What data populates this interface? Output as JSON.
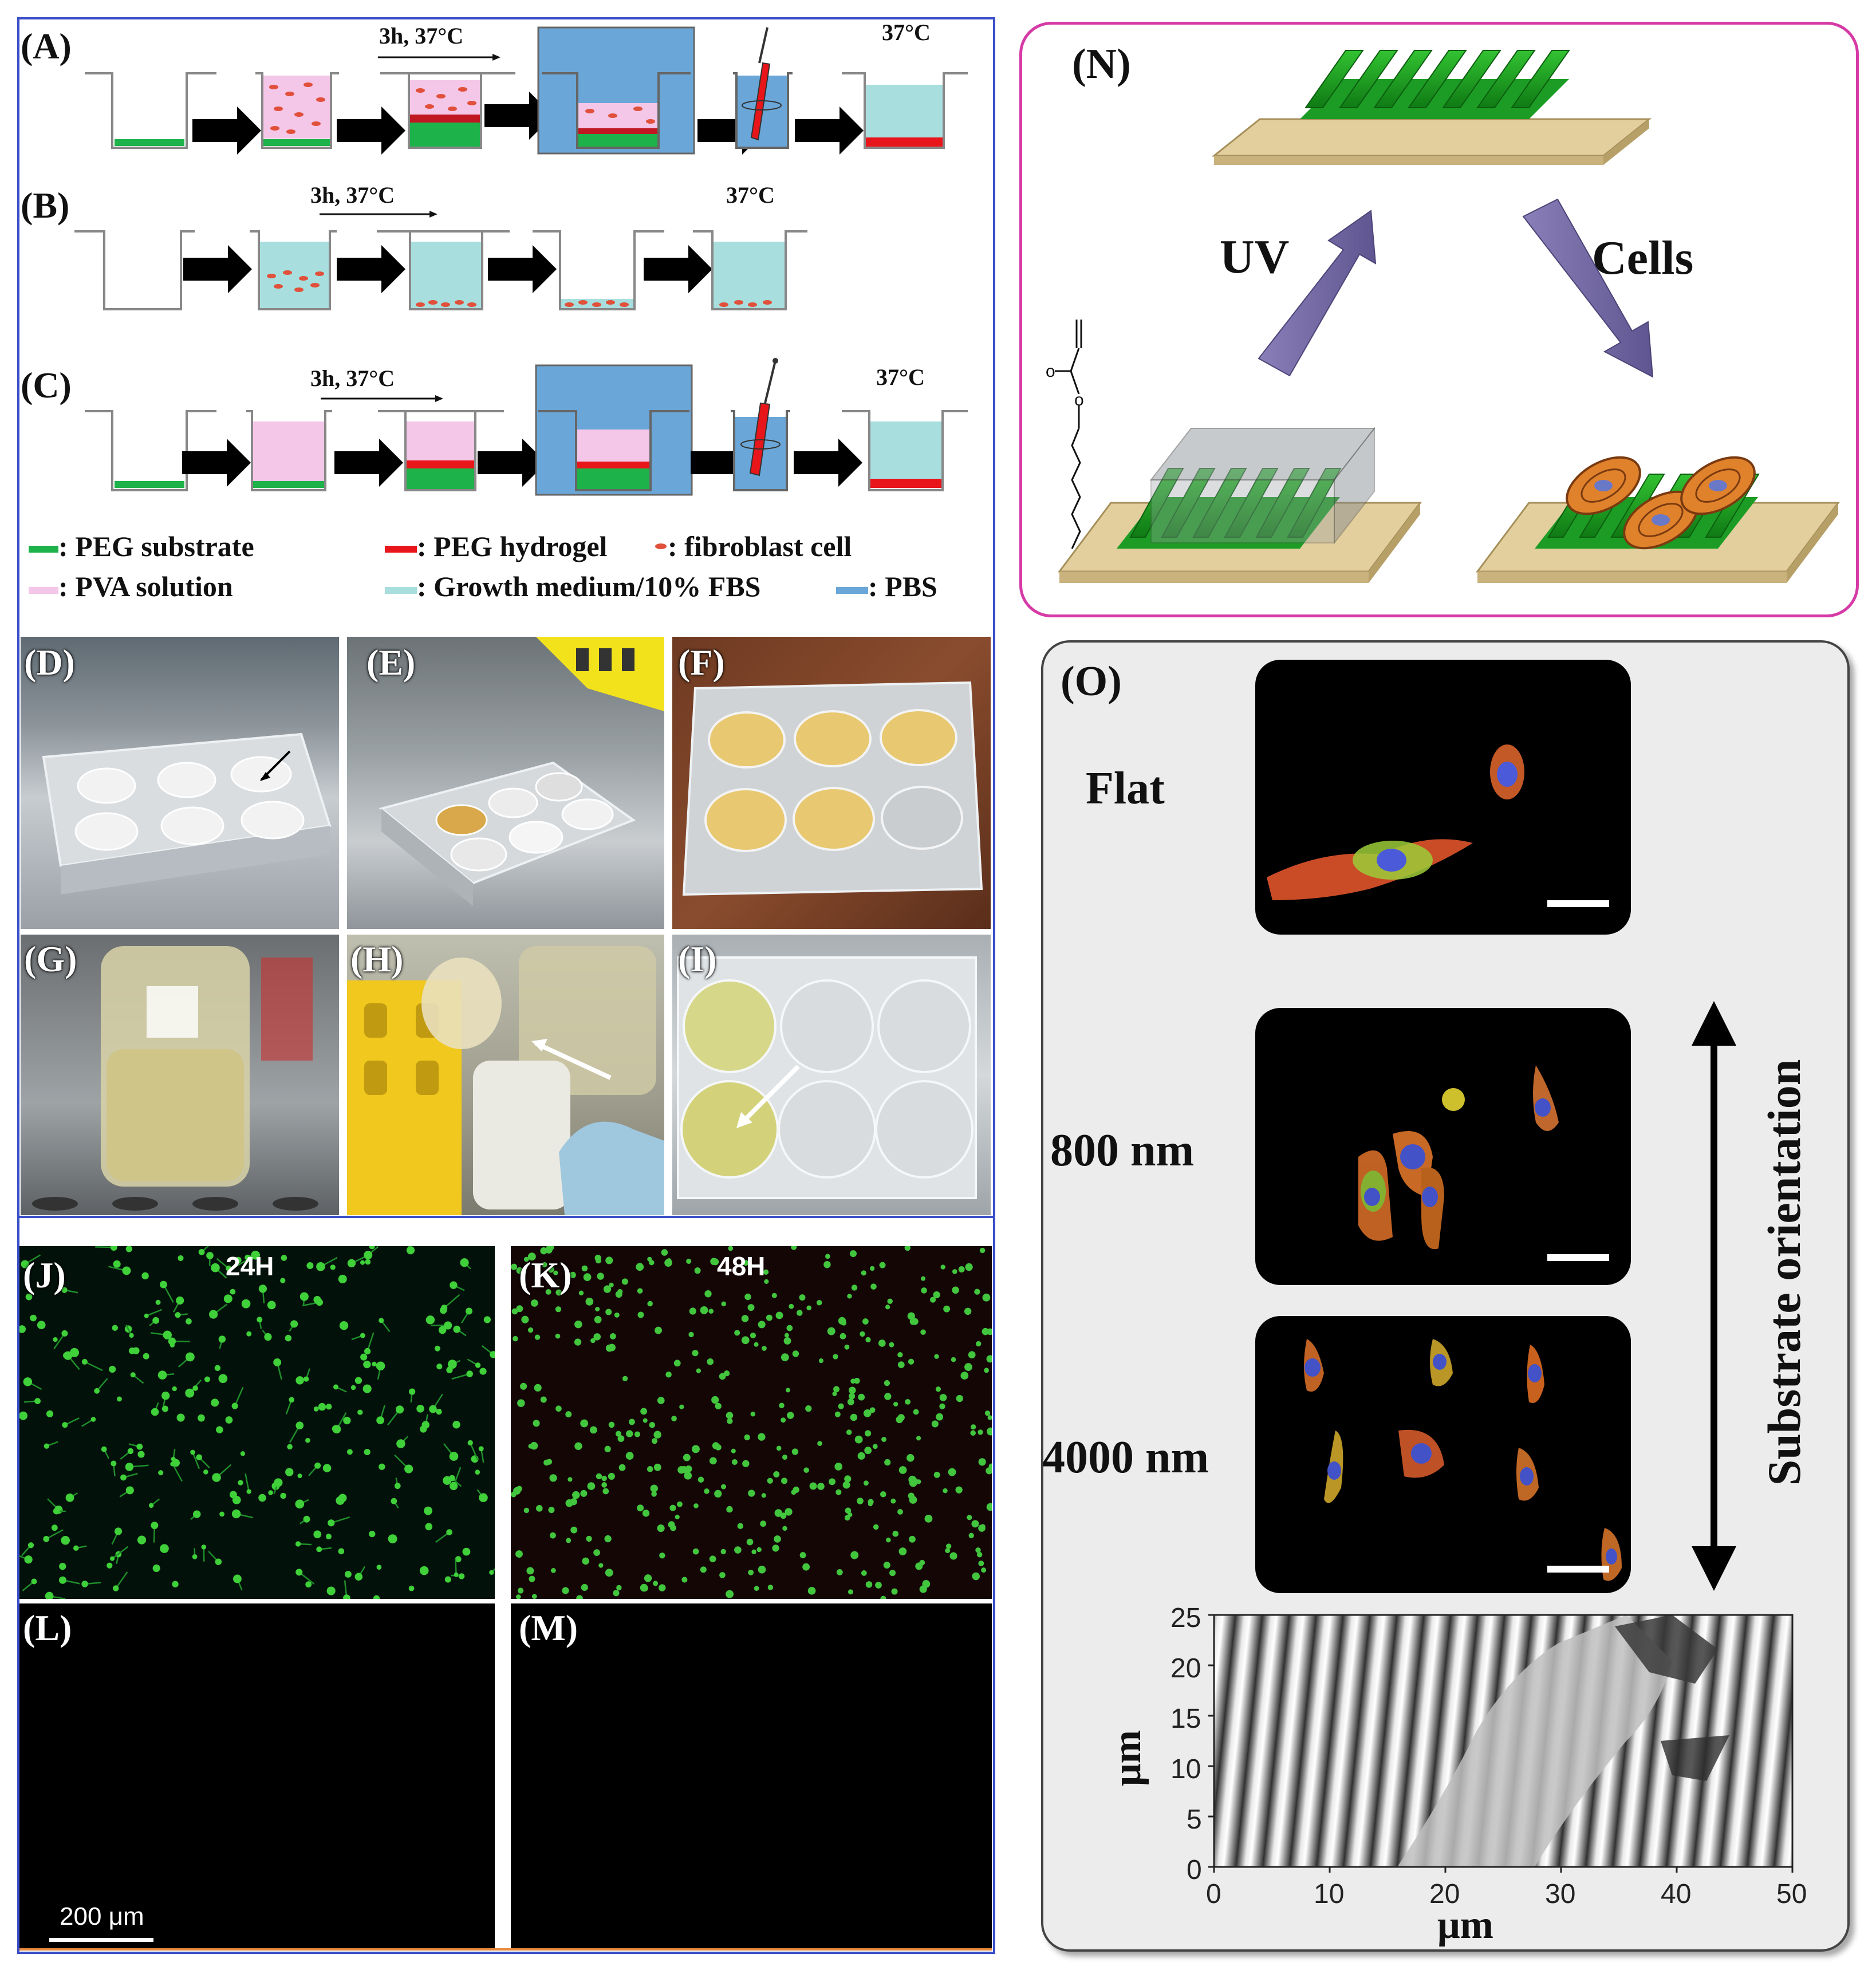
{
  "panels": {
    "A": "(A)",
    "B": "(B)",
    "C": "(C)",
    "D": "(D)",
    "E": "(E)",
    "F": "(F)",
    "G": "(G)",
    "H": "(H)",
    "I": "(I)",
    "J": "(J)",
    "K": "(K)",
    "L": "(L)",
    "M": "(M)",
    "N": "(N)",
    "O": "(O)"
  },
  "schematic": {
    "incubation": "3h, 37°C",
    "final_temp": "37°C"
  },
  "legend": {
    "peg_substrate": ": PEG substrate",
    "pva_solution": ": PVA solution",
    "peg_hydrogel": ": PEG hydrogel",
    "fibroblast": ": fibroblast cell",
    "growth_medium": ": Growth medium/10% FBS",
    "pbs": ": PBS"
  },
  "fluorescence": {
    "time_24": "24H",
    "time_48": "48H",
    "scale_bar": "200 μm"
  },
  "panel_n": {
    "uv": "UV",
    "cells": "Cells"
  },
  "panel_o": {
    "rows": [
      "Flat",
      "800 nm",
      "4000 nm"
    ],
    "axis_title": "Substrate orientation",
    "afm": {
      "y_ticks": [
        "25",
        "20",
        "15",
        "10",
        "5",
        "0"
      ],
      "x_ticks": [
        "0",
        "10",
        "20",
        "30",
        "40",
        "50"
      ],
      "y_label": "μm",
      "x_label": "μm"
    }
  },
  "colors": {
    "peg_substrate": "#1db24a",
    "pva_solution": "#f4c6e8",
    "peg_hydrogel": "#e8151b",
    "growth_medium": "#a8dedd",
    "pbs": "#6aa7d8",
    "frame_left": "#3a4fc8",
    "frame_n": "#d63aa6"
  }
}
